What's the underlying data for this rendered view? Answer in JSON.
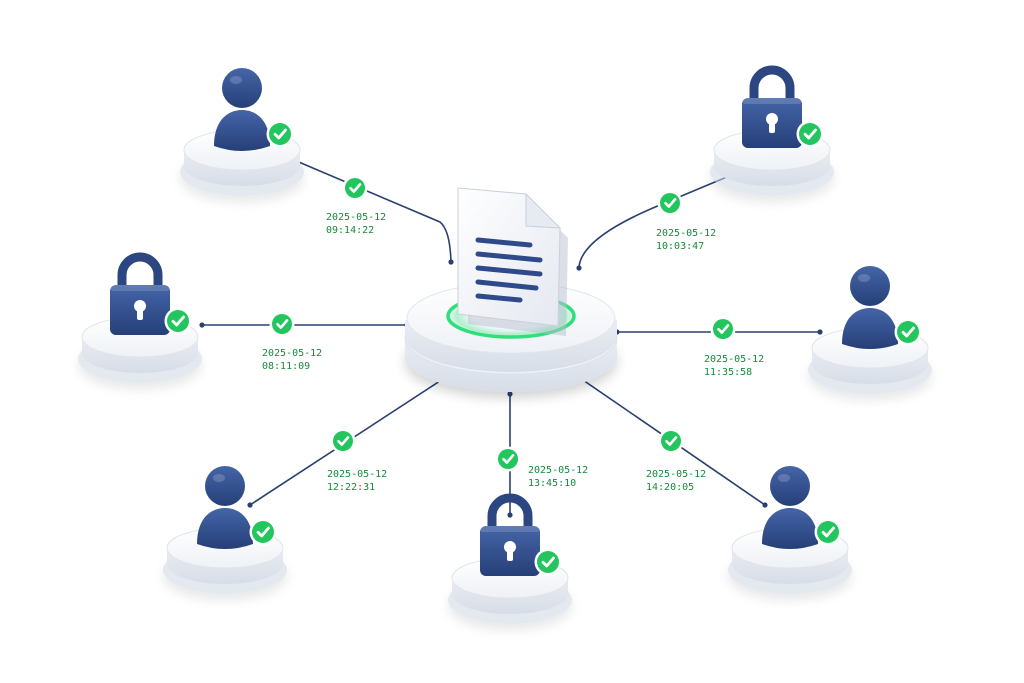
{
  "colors": {
    "accent_green": "#22c55e",
    "timestamp_text": "#168a3c",
    "icon_navy": "#2f4a8a",
    "connector_line": "#2a4170",
    "platform": "#f3f5f9",
    "document_glow": "#2ee07a"
  },
  "center": {
    "icon": "document-icon",
    "status": "highlighted"
  },
  "nodes": [
    {
      "id": "top-left",
      "icon": "user-icon",
      "verified": true,
      "date": "2025-05-12",
      "time": "09:14:22"
    },
    {
      "id": "top-right",
      "icon": "lock-icon",
      "verified": true,
      "date": "2025-05-12",
      "time": "10:03:47"
    },
    {
      "id": "left",
      "icon": "lock-icon",
      "verified": true,
      "date": "2025-05-12",
      "time": "08:11:09"
    },
    {
      "id": "right",
      "icon": "user-icon",
      "verified": true,
      "date": "2025-05-12",
      "time": "11:35:58"
    },
    {
      "id": "bottom-left",
      "icon": "user-icon",
      "verified": true,
      "date": "2025-05-12",
      "time": "12:22:31"
    },
    {
      "id": "bottom",
      "icon": "lock-icon",
      "verified": true,
      "date": "2025-05-12",
      "time": "13:45:10"
    },
    {
      "id": "bottom-right",
      "icon": "user-icon",
      "verified": true,
      "date": "2025-05-12",
      "time": "14:20:05"
    }
  ]
}
